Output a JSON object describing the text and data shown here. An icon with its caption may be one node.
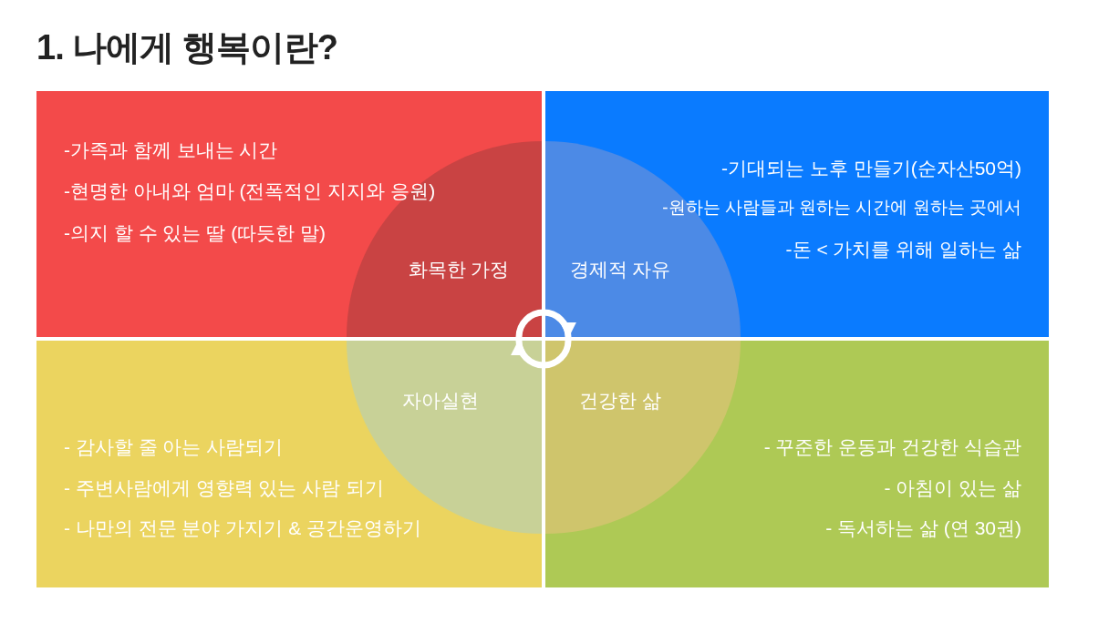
{
  "diagram": {
    "title": "1. 나에게 행복이란?",
    "nodes": [
      {
        "text": [
          "-가족과 함께 보내는 시간",
          "-현명한 아내와 엄마 (전폭적인 지지와 응원)",
          "-의지 할 수 있는 딸 (따듯한 말)"
        ]
      },
      {
        "text": [
          "화목한 가정"
        ],
        "in": 0
      },
      {
        "text": [
          "-기대되는 노후 만들기(순자산50억)",
          "-원하는 사람들과 원하는 시간에 원하는 곳에서",
          "-돈 < 가치를 위해 일하는 삶"
        ]
      },
      {
        "text": [
          "경제적 자유"
        ],
        "in": 2
      },
      {
        "text": [
          "- 감사할 줄 아는 사람되기",
          "- 주변사람에게 영향력 있는 사람 되기",
          "- 나만의 전문 분야 가지기 & 공간운영하기"
        ]
      },
      {
        "text": [
          "자아실현"
        ],
        "in": 4
      },
      {
        "text": [
          "- 꾸준한 운동과 건강한 식습관",
          "- 아침이 있는 삶",
          "- 독서하는 삶 (연 30권)"
        ]
      },
      {
        "text": [
          "건강한 삶"
        ],
        "in": 6
      }
    ],
    "edges": [
      {
        "from": 1,
        "to": 3,
        "arrow": "to"
      },
      {
        "from": 7,
        "to": 5,
        "arrow": "to"
      }
    ]
  }
}
